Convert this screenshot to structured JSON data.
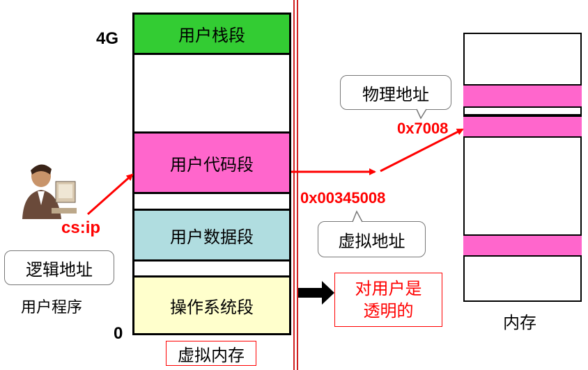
{
  "virtual_memory": {
    "top_label": "4G",
    "bottom_label": "0",
    "segments": {
      "stack": "用户栈段",
      "code": "用户代码段",
      "data": "用户数据段",
      "os": "操作系统段"
    },
    "caption": "虚拟内存"
  },
  "user": {
    "cs_ip": "cs:ip",
    "logical_label": "逻辑地址",
    "program_label": "用户程序"
  },
  "addresses": {
    "virtual_value": "0x00345008",
    "virtual_label": "虚拟地址",
    "physical_value": "0x7008",
    "physical_label": "物理地址"
  },
  "transparent_note": "对用户是\n透明的",
  "physical_memory": {
    "caption": "内存"
  },
  "colors": {
    "stack": "#33cc33",
    "code": "#ff66cc",
    "data": "#b0dde0",
    "os": "#ffffcc",
    "arrow": "#ff0000"
  }
}
